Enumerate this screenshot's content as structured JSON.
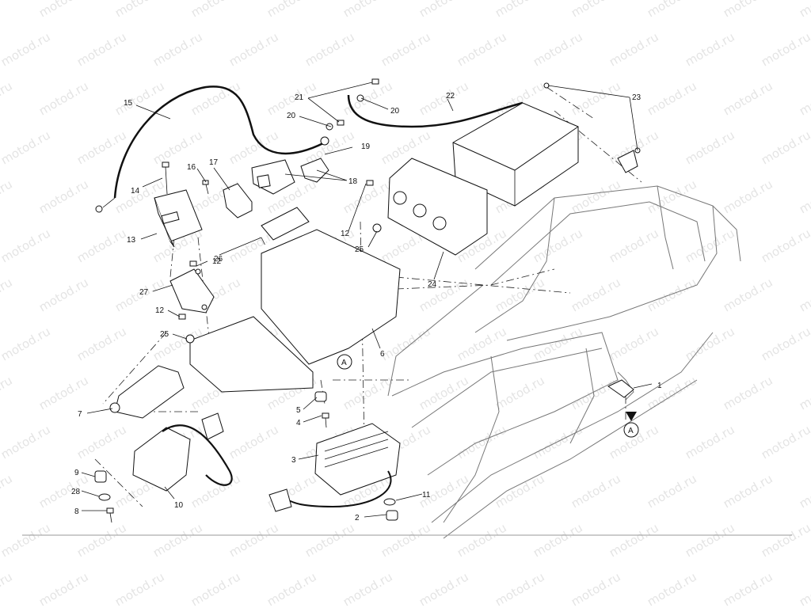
{
  "watermark": "motod.ru",
  "part_labels": [
    "1",
    "2",
    "3",
    "4",
    "5",
    "6",
    "7",
    "8",
    "9",
    "10",
    "11",
    "12",
    "12",
    "12",
    "13",
    "14",
    "15",
    "16",
    "17",
    "18",
    "19",
    "20",
    "20",
    "21",
    "22",
    "23",
    "24",
    "25",
    "25",
    "26",
    "27",
    "28"
  ],
  "reference_markers": [
    "A",
    "A"
  ]
}
